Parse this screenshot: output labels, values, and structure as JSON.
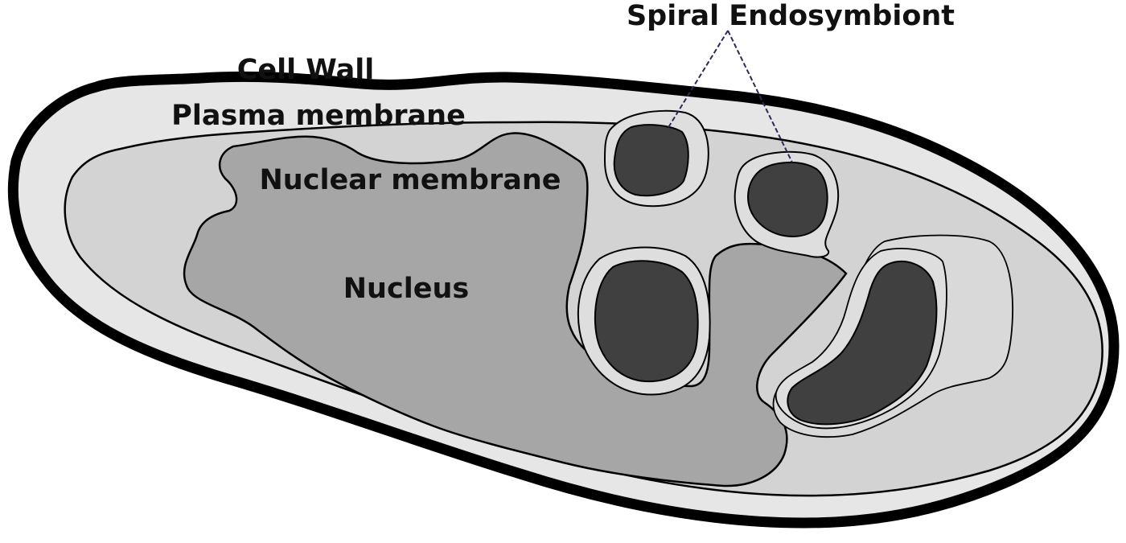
{
  "diagram": {
    "labels": {
      "cell_wall": "Cell Wall",
      "plasma_membrane": "Plasma membrane",
      "nuclear_membrane": "Nuclear membrane",
      "nucleus": "Nucleus",
      "spiral_endosymbiont": "Spiral Endosymbiont"
    },
    "colors": {
      "cell_wall_fill": "#e6e6e6",
      "cytoplasm_fill": "#d3d3d3",
      "nucleus_fill": "#a6a6a6",
      "endosymbiont_ring_fill": "#dedede",
      "endosymbiont_core_fill": "#404040",
      "outline": "#000000",
      "pointer_line": "#2b2b5a"
    }
  }
}
